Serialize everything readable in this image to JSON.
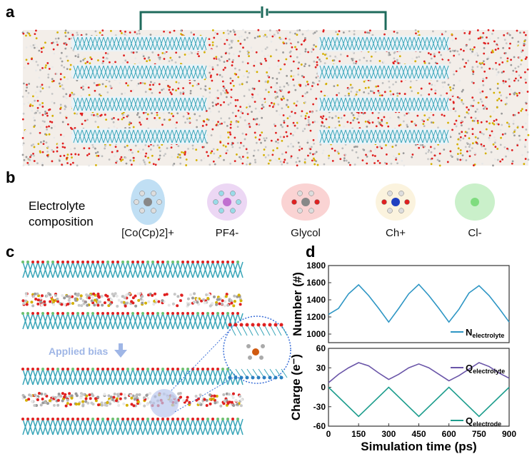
{
  "panels": {
    "a": "a",
    "b": "b",
    "c": "c",
    "d": "d"
  },
  "panel_b": {
    "title_line1": "Electrolyte",
    "title_line2": "composition",
    "molecules": [
      {
        "name": "[Co(Cp)2]+",
        "base": "[Co(Cp)",
        "sub": "2",
        "tail": "]",
        "sup": "+",
        "color": "#4aa3df"
      },
      {
        "name": "PF4-",
        "base": "PF",
        "sub": "4",
        "tail": "",
        "sup": "-",
        "color": "#c98be0"
      },
      {
        "name": "Glycol",
        "base": "Glycol",
        "sub": "",
        "tail": "",
        "sup": "",
        "color": "#f08080"
      },
      {
        "name": "Ch+",
        "base": "Ch",
        "sub": "",
        "tail": "",
        "sup": "+",
        "color": "#f3dca0"
      },
      {
        "name": "Cl-",
        "base": "Cl",
        "sub": "",
        "tail": "",
        "sup": "-",
        "color": "#66d466"
      }
    ]
  },
  "panel_c": {
    "applied_bias": "Applied bias"
  },
  "colors": {
    "circuit": "#1f6b5c",
    "n_series": "#2e96c4",
    "q_electrolyte": "#6a55a8",
    "q_electrode": "#1f9e8e",
    "bias": "#9fb6e6"
  },
  "chart_data": [
    {
      "type": "line",
      "ylabel": "Number (#)",
      "ylim": [
        900,
        1800
      ],
      "yticks": [
        1000,
        1200,
        1400,
        1600,
        1800
      ],
      "xlim": [
        0,
        900
      ],
      "series": [
        {
          "name": "N_electrolyte",
          "label_main": "N",
          "label_sub": "electrolyte",
          "x": [
            0,
            50,
            100,
            150,
            200,
            250,
            300,
            350,
            400,
            450,
            500,
            550,
            600,
            650,
            700,
            750,
            800,
            850,
            900
          ],
          "y": [
            1230,
            1300,
            1470,
            1575,
            1450,
            1300,
            1140,
            1300,
            1470,
            1580,
            1450,
            1300,
            1140,
            1290,
            1480,
            1565,
            1450,
            1300,
            1140
          ]
        }
      ]
    },
    {
      "type": "line",
      "ylabel": "Charge (e⁻)",
      "xlabel": "Simulation time (ps)",
      "ylim": [
        -60,
        60
      ],
      "yticks": [
        -60,
        -30,
        0,
        30,
        60
      ],
      "xlim": [
        0,
        900
      ],
      "xticks": [
        0,
        150,
        300,
        450,
        600,
        750,
        900
      ],
      "series": [
        {
          "name": "Q_electrolyte",
          "label_main": "Q",
          "label_sub": "electrolyte",
          "x": [
            0,
            50,
            100,
            150,
            200,
            250,
            300,
            350,
            400,
            450,
            500,
            550,
            600,
            650,
            700,
            750,
            800,
            850,
            900
          ],
          "y": [
            7,
            20,
            30,
            38,
            33,
            22,
            12,
            20,
            30,
            36,
            30,
            20,
            10,
            18,
            28,
            38,
            32,
            22,
            14
          ]
        },
        {
          "name": "Q_electrode",
          "label_main": "Q",
          "label_sub": "electrode",
          "x": [
            0,
            150,
            300,
            450,
            600,
            750,
            900
          ],
          "y": [
            0,
            -45,
            0,
            -45,
            0,
            -45,
            0
          ]
        }
      ]
    }
  ]
}
